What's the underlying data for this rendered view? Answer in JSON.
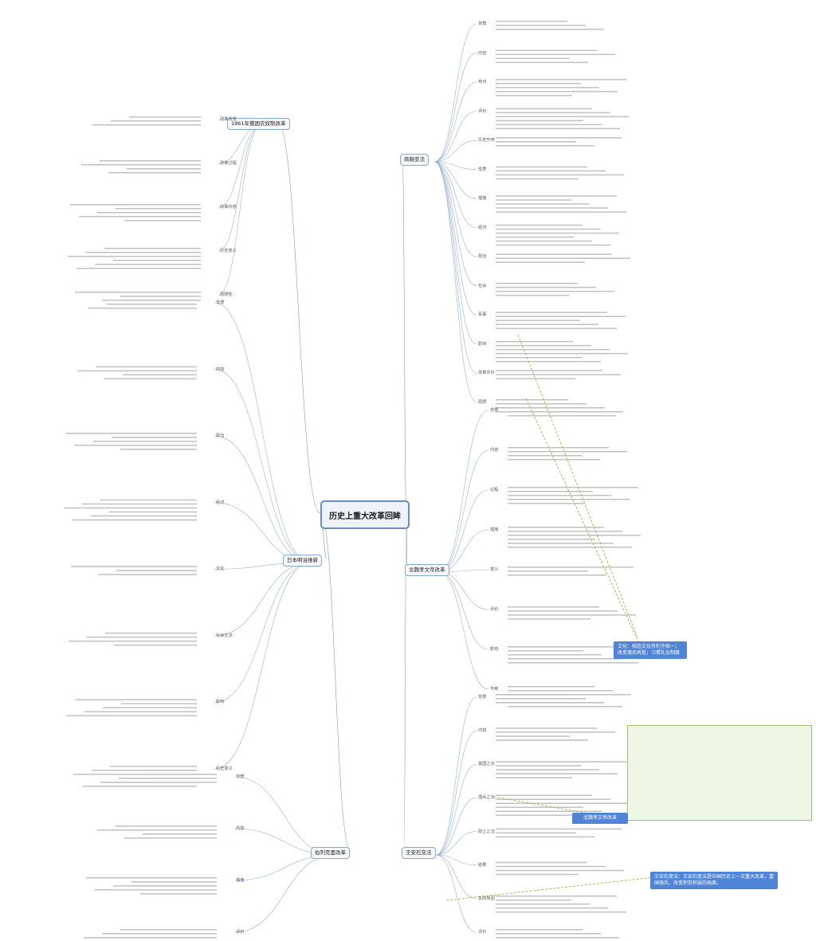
{
  "center": "历史上重大改革回眸",
  "branches": {
    "left": [
      {
        "label": "1861年俄国农奴制改革"
      },
      {
        "label": "日本明治维新"
      },
      {
        "label": "伯列克里改革"
      }
    ],
    "right": [
      {
        "label": "商鞅变法"
      },
      {
        "label": "北魏孝文帝改革"
      },
      {
        "label": "王安石变法"
      }
    ]
  },
  "subs": {
    "shangyang": [
      "背景",
      "内容",
      "特点",
      "评价",
      "历史作用",
      "性质",
      "措施",
      "经济",
      "政治",
      "社会",
      "军事",
      "影响",
      "改革评价",
      "局限"
    ],
    "xiaowen": [
      "背景",
      "内容",
      "过程",
      "措施",
      "意义",
      "评价",
      "影响",
      "作用"
    ],
    "wanganshi": [
      "背景",
      "内容",
      "富国之法",
      "强兵之法",
      "取士之法",
      "结果",
      "失败原因",
      "评价"
    ],
    "russia": [
      "改革背景",
      "改革过程",
      "改革内容",
      "历史意义",
      "局限性"
    ],
    "meiji": [
      "背景",
      "内容",
      "政治",
      "经济",
      "文化",
      "社会生活",
      "影响",
      "历史意义"
    ],
    "pericles": [
      "背景",
      "内容",
      "措施",
      "评价"
    ]
  },
  "callouts": {
    "mid": "文化：相信文化有利于统一；改变落后风俗；习惯礼仪制度",
    "green_title": "北魏孝文帝改革",
    "bottom": "王安石变法：王安石变法是中国历史上一次重大改革，富国强兵，改变积贫积弱的局面。"
  }
}
